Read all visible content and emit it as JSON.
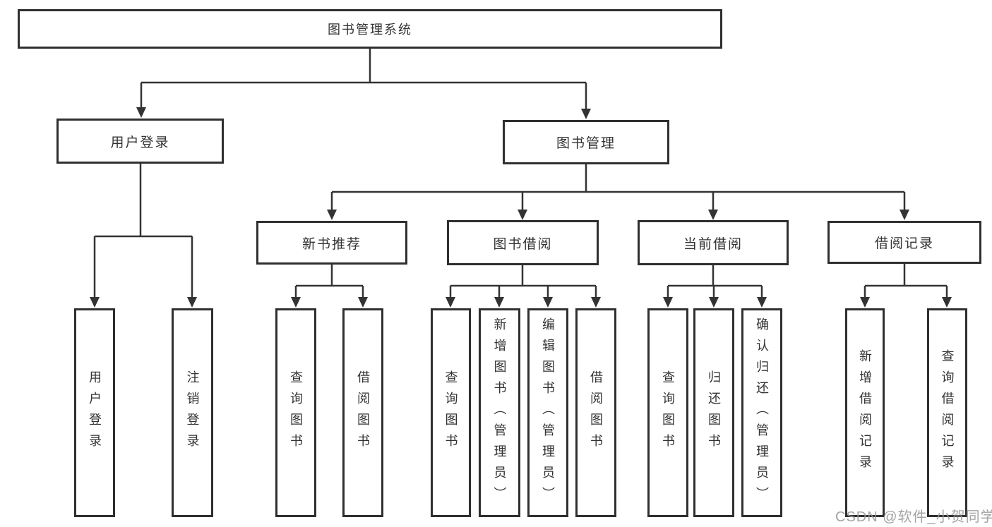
{
  "diagram": {
    "type": "hierarchy-tree",
    "colors": {
      "line": "#333333",
      "border": "#2f2f2f",
      "text": "#333333",
      "background": "#ffffff",
      "watermark": "#9a9a9a"
    },
    "root": {
      "label": "图书管理系统",
      "children": [
        {
          "label": "用户登录",
          "children": [
            {
              "label": "用户登录"
            },
            {
              "label": "注销登录"
            }
          ]
        },
        {
          "label": "图书管理",
          "children": [
            {
              "label": "新书推荐",
              "children": [
                {
                  "label": "查询图书"
                },
                {
                  "label": "借阅图书"
                }
              ]
            },
            {
              "label": "图书借阅",
              "children": [
                {
                  "label": "查询图书"
                },
                {
                  "label": "新增图书（管理员）"
                },
                {
                  "label": "编辑图书（管理员）"
                },
                {
                  "label": "借阅图书"
                }
              ]
            },
            {
              "label": "当前借阅",
              "children": [
                {
                  "label": "查询图书"
                },
                {
                  "label": "归还图书"
                },
                {
                  "label": "确认归还（管理员）"
                }
              ]
            },
            {
              "label": "借阅记录",
              "children": [
                {
                  "label": "新增借阅记录"
                },
                {
                  "label": "查询借阅记录"
                }
              ]
            }
          ]
        }
      ]
    }
  },
  "watermark": {
    "text": "CSDN @软件_小贺同学"
  }
}
